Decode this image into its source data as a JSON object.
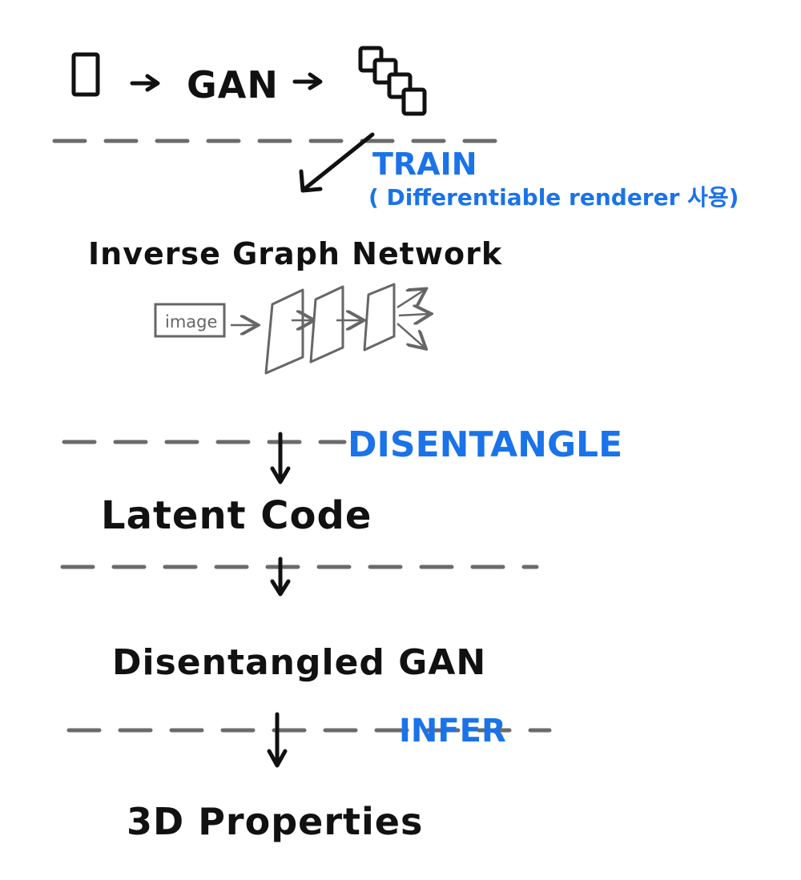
{
  "top": {
    "gan_label": "GAN"
  },
  "labels": {
    "train": "TRAIN",
    "train_note": "( Differentiable renderer 사용)",
    "inverse_graph_network": "Inverse Graph Network",
    "image_box": "image",
    "disentangle": "DISENTANGLE",
    "latent_code": "Latent Code",
    "disentangled_gan": "Disentangled GAN",
    "infer": "INFER",
    "properties_3d": "3D Properties"
  },
  "colors": {
    "ink": "#111111",
    "accent_blue": "#1a73e8",
    "pencil_gray": "#666666",
    "dash_gray": "#6b6b6b"
  }
}
